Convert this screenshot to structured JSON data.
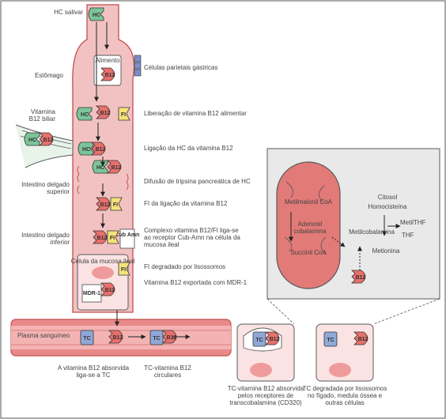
{
  "colors": {
    "tract": "#f2c2c2",
    "tract_line": "#c0504d",
    "hc": "#7cc49a",
    "b12": "#e8706b",
    "fi": "#f5e27a",
    "tc": "#8fa8d8",
    "cell": "#fbe3e3",
    "nucleus": "#ef9b9b",
    "mito": "#e27a78",
    "inset_bg": "#e9e9e9",
    "grid_line": "#5a5a5a"
  },
  "labels": {
    "hc_salivar": "HC salivar",
    "estomago": "Estômago",
    "vitamina_b12_biliar": "Vitamina\nB12 biliar",
    "intestino_delgado_superior": "Intestino delgado\nsuperior",
    "intestino_delgado_inferior": "Intestino delgado\ninferior",
    "celulas_parietais": "Células parietais gástricas",
    "liberacao": "Liberação de vitamina B12 alimentar",
    "ligacao_hc": "Ligação da HC da vitamina B12",
    "difusao": "Difusão de tripsina pancreática de HC",
    "fi_ligacao": "FI da ligação da vitamina B12",
    "complexo": "Complexo vitamina B12/FI liga-se\nao receptor Cub-Amn na célula da\nmucosa ileal",
    "fi_degradado": "FI degradado por lisossomos",
    "exportada": "Vitamina B12 exportada com MDR-1",
    "plasma": "Plasma sanguíneo",
    "absorvida_tc": "A vitamina B12 absorvida\nliga-se a TC",
    "tc_circulares": "TC-vitamina B12\ncirculares",
    "tc_receptores": "TC-vitamina B12 absorvida\npelos receptores de\ntranscobalamina (CD320)",
    "tc_degradada": "TC degradada por lisossomos\nno fígado, medula óssea e\noutras células",
    "celula_mucosa": "Célula da mucosa ileal",
    "alimento": "Alimento",
    "cub_amn": "Cub\nAmn",
    "mdr1": "MDR-1"
  },
  "molecules": {
    "hc": "HC",
    "b12": "B12",
    "fi": "FI",
    "tc": "TC"
  },
  "inset": {
    "metilmalonil": "Metilmalonil CoA",
    "adenosil": "Adenosil\ncobalamina",
    "succinil": "Succinil CoA",
    "metilcobalamina": "Metilcobalamina",
    "citosol": "Citosol",
    "homocisteina": "Homocisteína",
    "metilthf": "MetilTHF",
    "thf": "THF",
    "metionina": "Metionina"
  }
}
